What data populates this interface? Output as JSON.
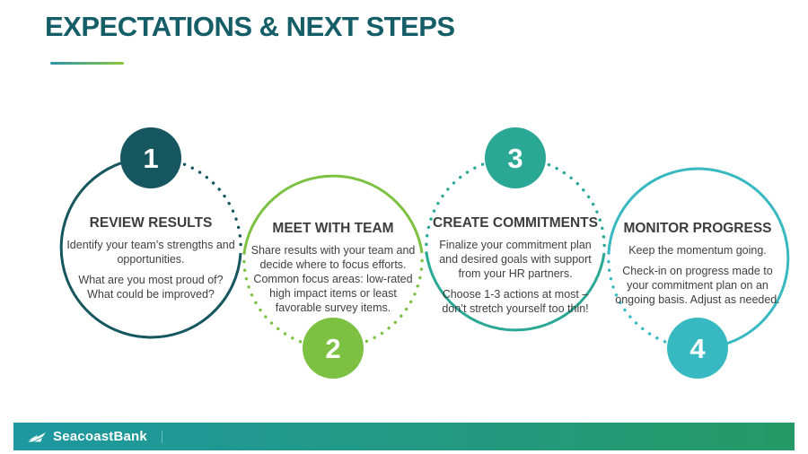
{
  "slide": {
    "title": "EXPECTATIONS & NEXT STEPS"
  },
  "steps": [
    {
      "number": "1",
      "heading": "REVIEW RESULTS",
      "body": [
        "Identify your team’s strengths and opportunities.",
        "What are you most proud of? What could be improved?"
      ],
      "color": "#15565f",
      "badge_position": "top"
    },
    {
      "number": "2",
      "heading": "MEET WITH TEAM",
      "body": [
        "Share results with your team and decide where to focus efforts. Common focus areas: low-rated high impact items or least favorable survey items."
      ],
      "color": "#7cc142",
      "badge_position": "bottom"
    },
    {
      "number": "3",
      "heading": "CREATE COMMITMENTS",
      "body": [
        "Finalize your commitment plan and desired goals with support from your HR partners.",
        "Choose 1-3 actions at most – don’t stretch yourself too thin!"
      ],
      "color": "#2aa795",
      "badge_position": "top"
    },
    {
      "number": "4",
      "heading": "MONITOR PROGRESS",
      "body": [
        "Keep the momentum going.",
        "Check-in on progress made to your commitment plan on an ongoing basis. Adjust as needed."
      ],
      "color": "#38b9c1",
      "badge_position": "bottom"
    }
  ],
  "footer": {
    "brand": "SeacoastBank"
  },
  "colors": {
    "title": "#155e68",
    "accent_line_start": "#2b95a9",
    "accent_line_end": "#8cc63f",
    "footer_bar_start": "#1e98a1",
    "footer_bar_end": "#259a67",
    "body_text": "#3f3f3f",
    "badge_number_text": "#ffffff"
  }
}
